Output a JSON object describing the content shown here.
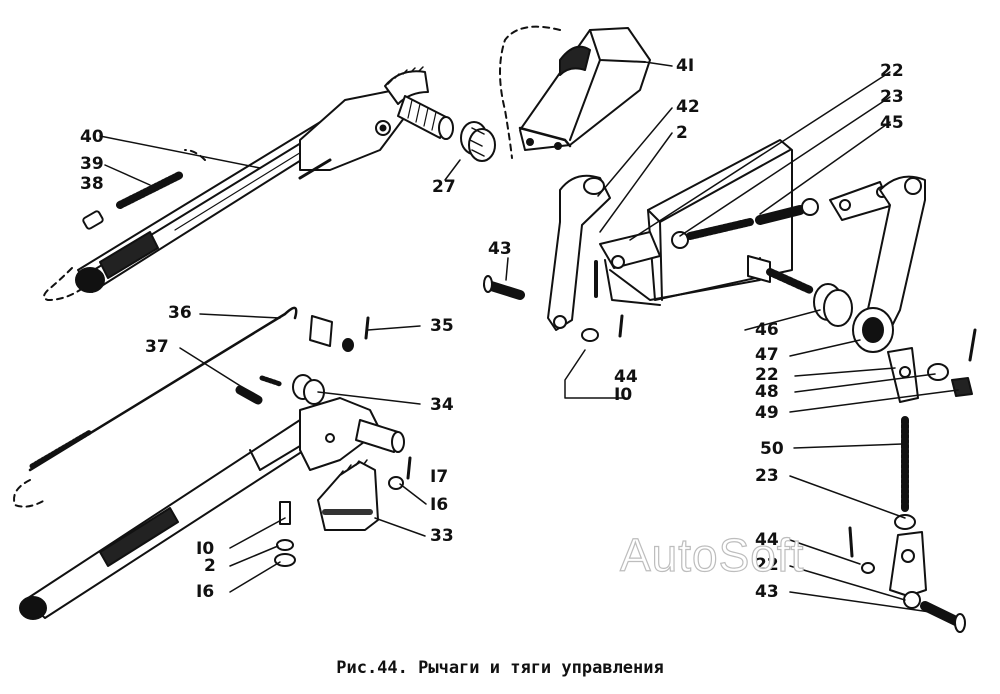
{
  "figure": {
    "caption": "Рис.44. Рычаги и тяги управления",
    "watermark": "AutoSoft"
  },
  "callouts": {
    "c41": "4I",
    "c40": "40",
    "c39": "39",
    "c38": "38",
    "c27": "27",
    "c42": "42",
    "c2a": "2",
    "c22a": "22",
    "c23a": "23",
    "c45": "45",
    "c43a": "43",
    "c36": "36",
    "c35": "35",
    "c37": "37",
    "c34": "34",
    "c46": "46",
    "c47": "47",
    "c22b": "22",
    "c48": "48",
    "c49": "49",
    "c44a": "44",
    "c10a": "I0",
    "c17": "I7",
    "c16a": "I6",
    "c33": "33",
    "c10b": "I0",
    "c2b": "2",
    "c16b": "I6",
    "c50": "50",
    "c23b": "23",
    "c44b": "44",
    "c22c": "22",
    "c43b": "43"
  }
}
